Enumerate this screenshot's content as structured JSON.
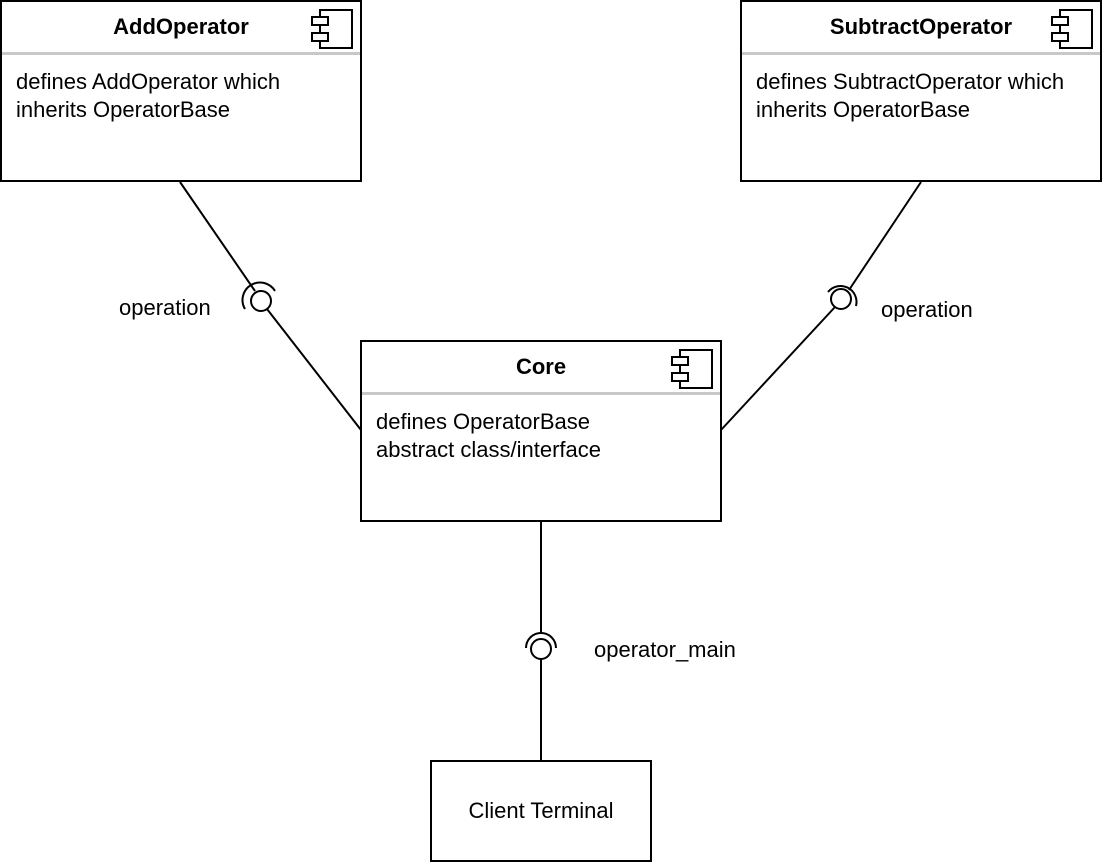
{
  "diagram": {
    "components": {
      "add": {
        "title": "AddOperator",
        "body": "defines AddOperator which\ninherits OperatorBase",
        "icon": "uml-component-icon"
      },
      "subtract": {
        "title": "SubtractOperator",
        "body": "defines SubtractOperator which\ninherits OperatorBase",
        "icon": "uml-component-icon"
      },
      "core": {
        "title": "Core",
        "body": "defines OperatorBase\nabstract class/interface",
        "icon": "uml-component-icon"
      }
    },
    "client": {
      "label": "Client Terminal"
    },
    "interfaces": {
      "add_operation": "operation",
      "subtract_operation": "operation",
      "operator_main": "operator_main"
    }
  }
}
